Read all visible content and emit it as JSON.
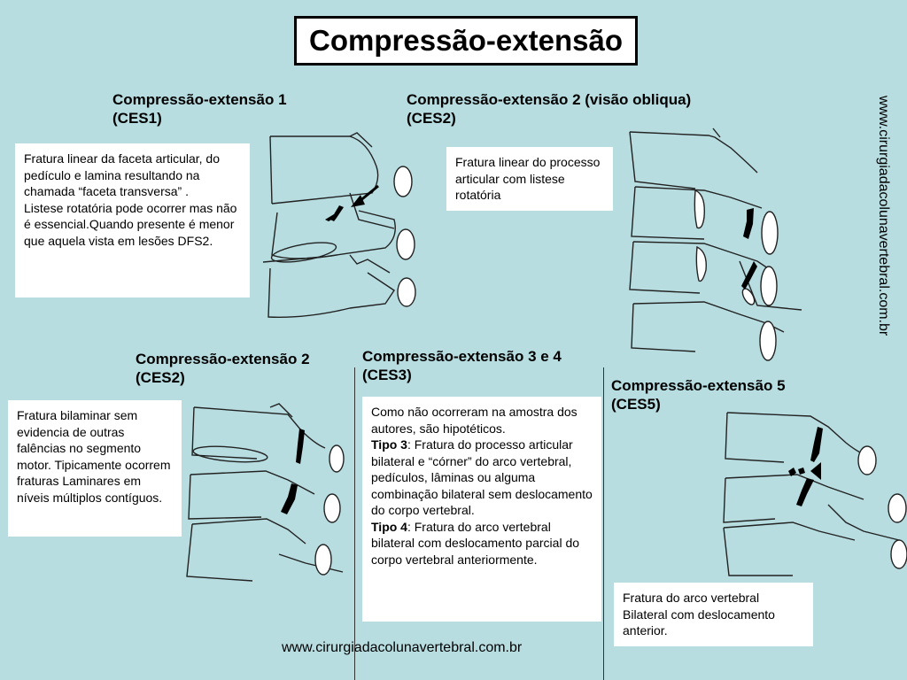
{
  "title": "Compressão-extensão",
  "sections": {
    "ces1": {
      "heading": "Compressão-extensão 1\n(CES1)",
      "text": "Fratura linear da faceta articular, do pedículo e lamina resultando na chamada “faceta transversa” .\nListese rotatória pode ocorrer mas não é essencial.Quando presente é menor que aquela vista em lesões DFS2."
    },
    "ces2_oblique": {
      "heading": "Compressão-extensão 2 (visão obliqua)\n(CES2)",
      "text": "Fratura linear do processo articular com listese rotatória"
    },
    "ces2": {
      "heading": "Compressão-extensão 2\n(CES2)",
      "text": "Fratura bilaminar sem evidencia de outras falências no segmento motor. Tipicamente ocorrem fraturas Laminares em níveis múltiplos contíguos."
    },
    "ces3": {
      "heading": "Compressão-extensão 3 e 4\n(CES3)",
      "intro": "Como não ocorreram na amostra dos autores, são hipotéticos.",
      "type3_label": "Tipo 3",
      "type3_text": ": Fratura do processo articular bilateral e “córner”  do arco vertebral, pedículos, lâminas ou alguma combinação bilateral sem deslocamento do corpo vertebral.",
      "type4_label": "Tipo 4",
      "type4_text": ": Fratura do arco vertebral bilateral com deslocamento parcial do corpo vertebral anteriormente."
    },
    "ces5": {
      "heading": "Compressão-extensão 5\n(CES5)",
      "text": "Fratura do arco vertebral Bilateral com deslocamento\n anterior."
    }
  },
  "website": "www.cirurgiadacolunavertebral.com.br"
}
